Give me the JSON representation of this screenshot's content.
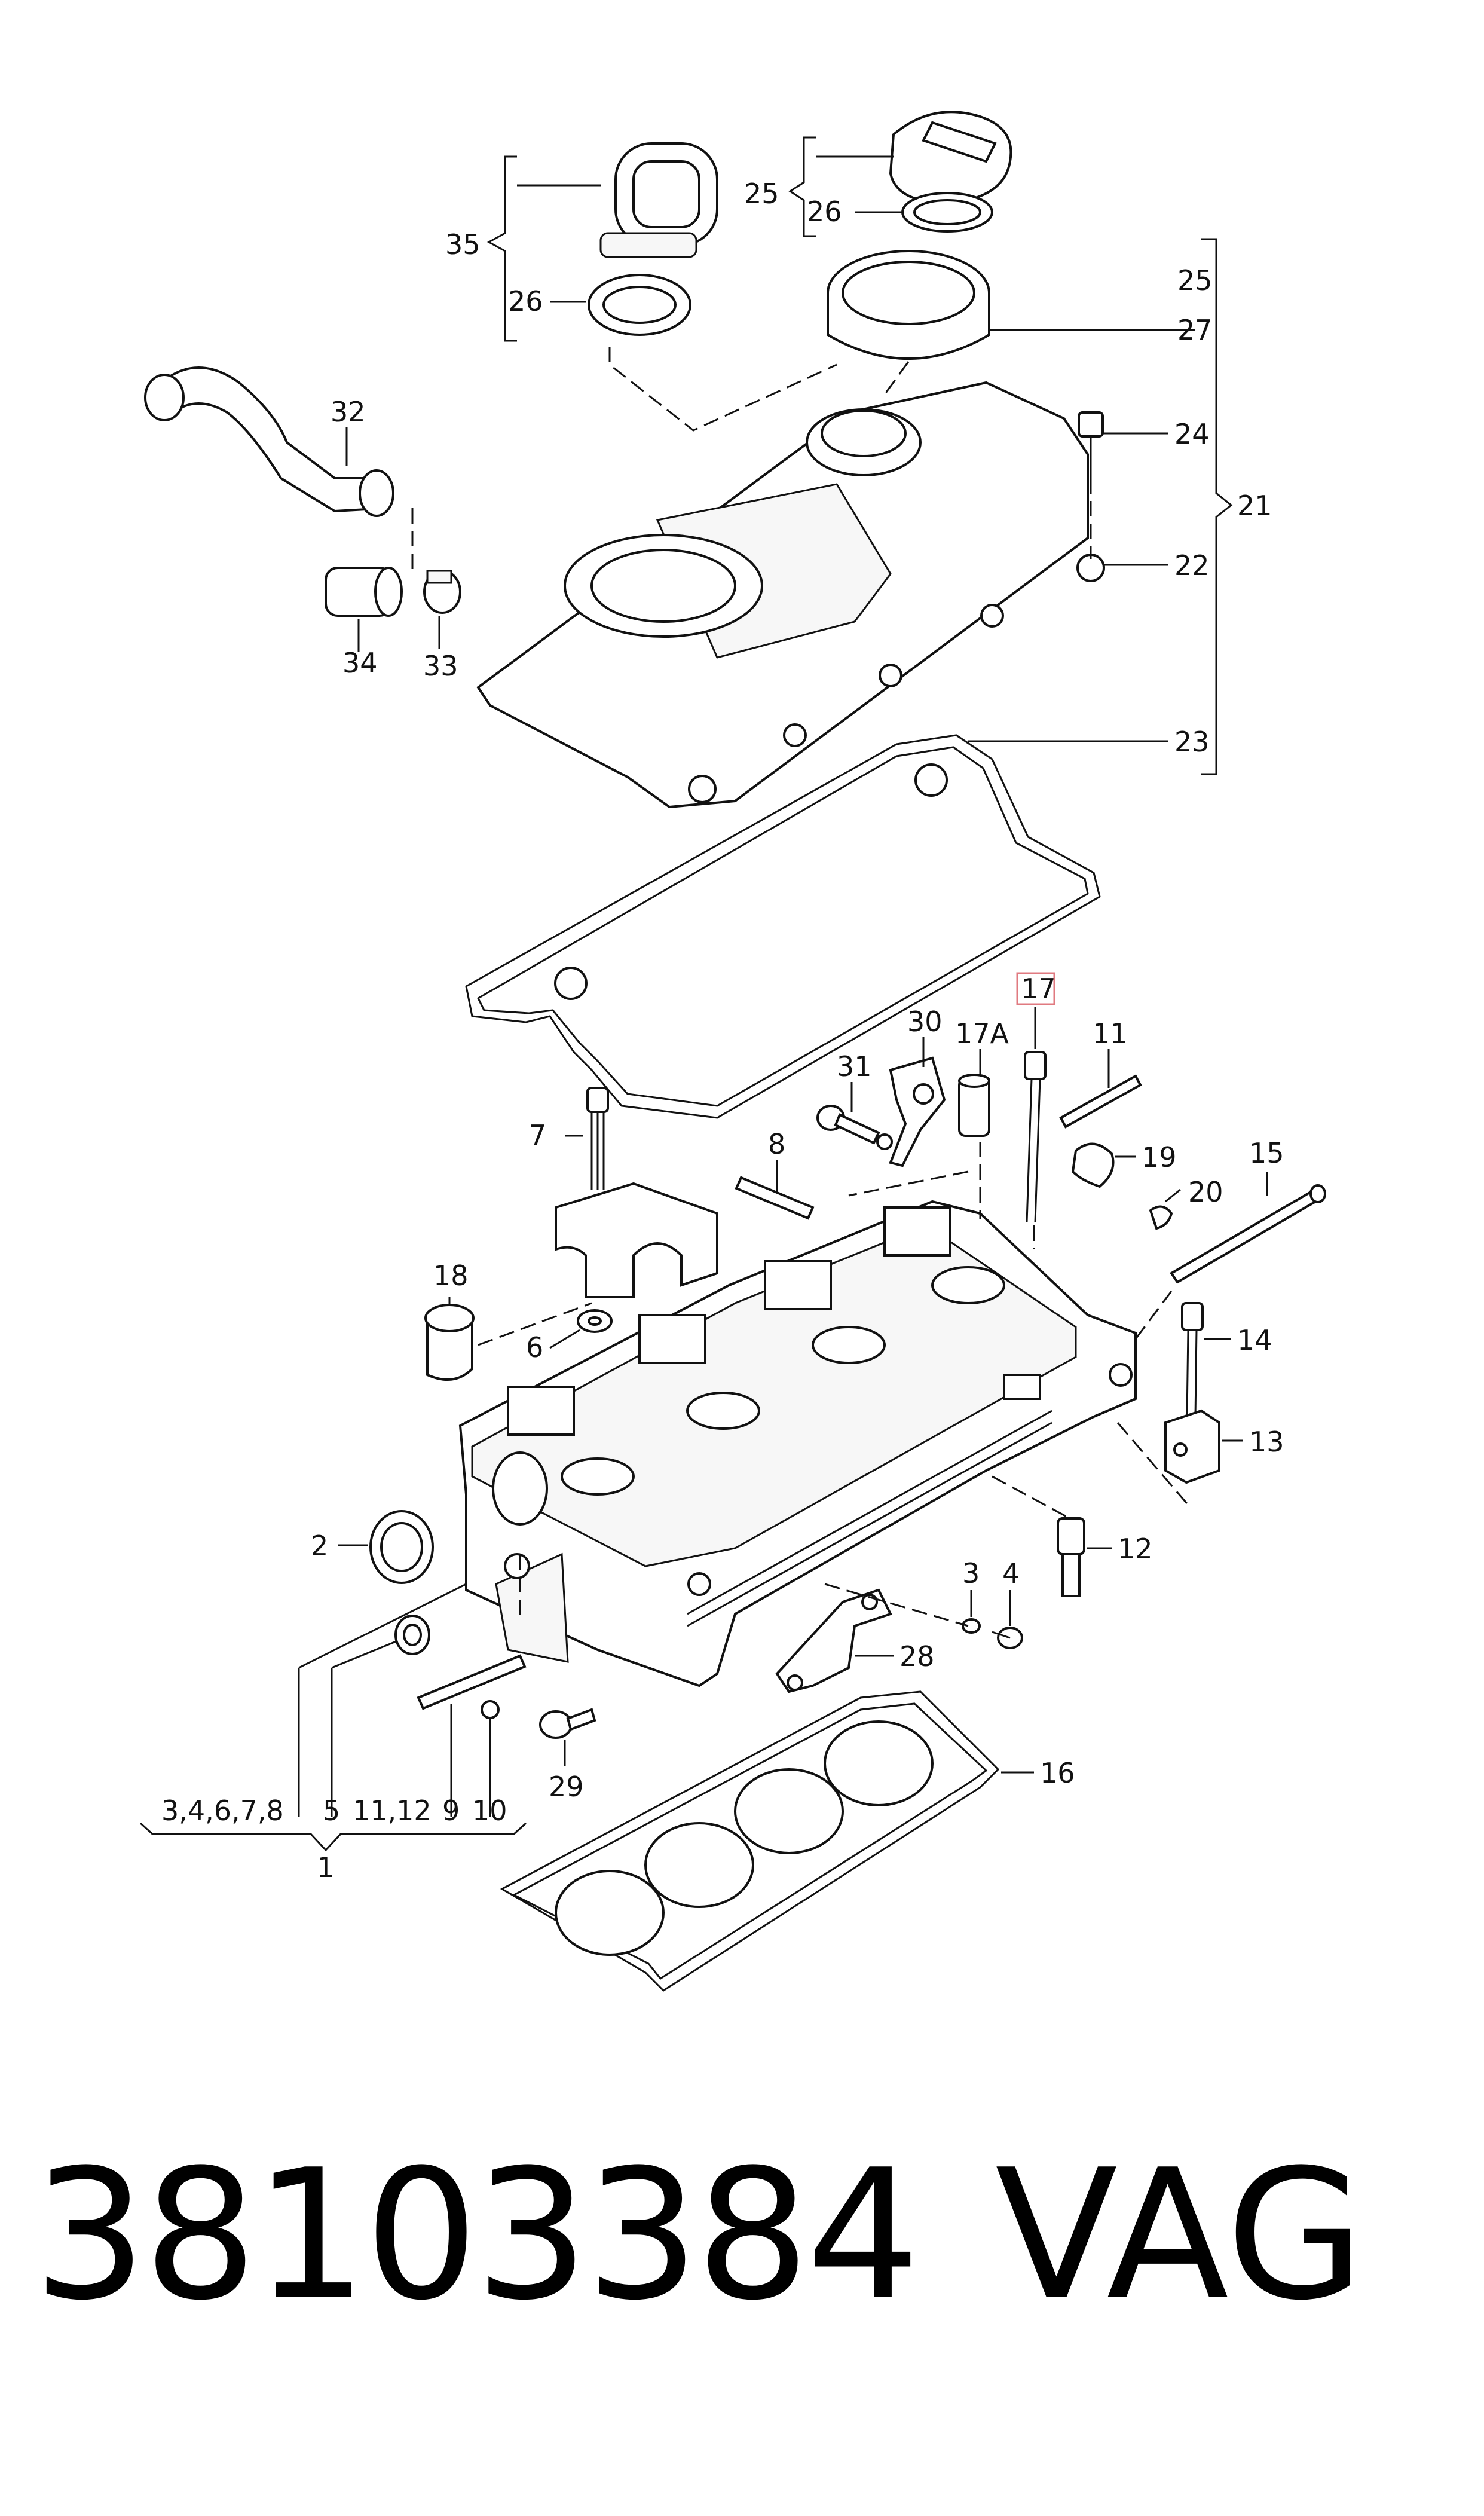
{
  "callouts": {
    "c35": "35",
    "c26a": "26",
    "c25a": "25",
    "c26b": "26",
    "c25b": "25",
    "c27": "27",
    "c24": "24",
    "c21": "21",
    "c22": "22",
    "c23": "23",
    "c32": "32",
    "c34": "34",
    "c33": "33",
    "c17": "17",
    "c17a": "17A",
    "c30": "30",
    "c31": "31",
    "c11": "11",
    "c8": "8",
    "c7": "7",
    "c19": "19",
    "c20": "20",
    "c15": "15",
    "c18": "18",
    "c6": "6",
    "c14": "14",
    "c13": "13",
    "c2": "2",
    "c12": "12",
    "c3": "3",
    "c4": "4",
    "c28": "28",
    "c29": "29",
    "c16": "16",
    "g1_a": "3,4,6,7,8",
    "g1_b": "5",
    "g1_c": "11,12",
    "g1_d": "9",
    "g1_e": "10",
    "g1": "1"
  },
  "footer": {
    "part_number": "38103384",
    "brand": "VAG"
  }
}
